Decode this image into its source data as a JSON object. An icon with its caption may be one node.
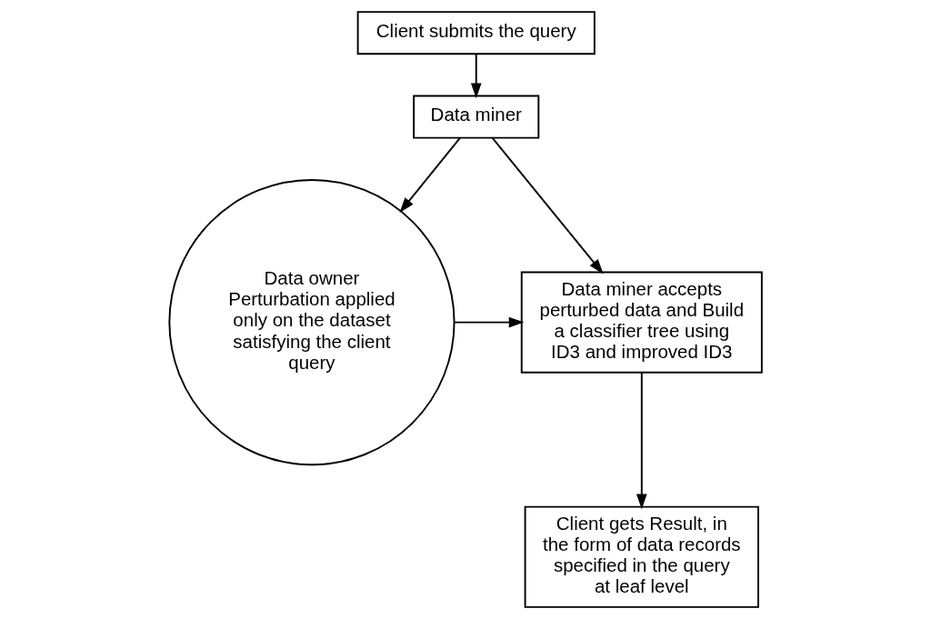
{
  "diagram": {
    "nodes": [
      {
        "text": [
          "Client submits the query"
        ]
      },
      {
        "text": [
          "Data miner"
        ]
      },
      {
        "text": [
          "Data owner",
          "Perturbation applied only on the dataset satisfying the client query"
        ]
      },
      {
        "text": [
          "Data miner accepts perturbed data and Build a classifier tree using ID3 and improved ID3"
        ]
      },
      {
        "text": [
          "Client gets Result, in the form of data records specified in the query at leaf level"
        ]
      }
    ],
    "edges": [
      {
        "from": 0,
        "to": 1,
        "arrow": "to"
      },
      {
        "from": 1,
        "to": 2,
        "arrow": "to"
      },
      {
        "from": 1,
        "to": 3,
        "arrow": "to"
      },
      {
        "from": 2,
        "to": 3,
        "arrow": "to"
      },
      {
        "from": 3,
        "to": 4,
        "arrow": "to"
      }
    ]
  }
}
